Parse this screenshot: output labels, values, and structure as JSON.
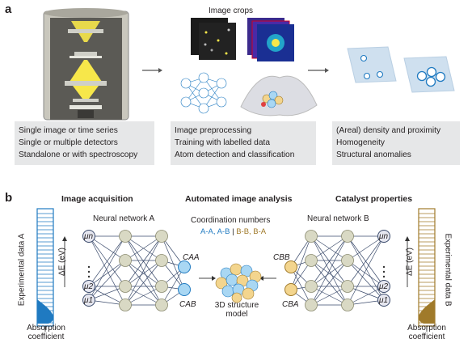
{
  "panel_a": {
    "letter": "a",
    "image_crops_label": "Image crops",
    "box1": [
      "Single image or time series",
      "Single or multiple detectors",
      "Standalone or with spectroscopy"
    ],
    "box2": [
      "Image preprocessing",
      "Training with labelled data",
      "Atom detection and classification"
    ],
    "box3": [
      "(Areal) density and proximity",
      "Homogeneity",
      "Structural anomalies"
    ]
  },
  "panel_b": {
    "letter": "b",
    "heading_left": "Image acquisition",
    "heading_center": "Automated image analysis",
    "heading_right": "Catalyst properties",
    "nn_a": "Neural network A",
    "nn_b": "Neural network B",
    "coord_title": "Coordination numbers",
    "coord_aa_ab": "A-A, A-B",
    "coord_sep": "|",
    "coord_bb_ba": "B-B, B-A",
    "exp_a": "Experimental data A",
    "exp_b": "Experimental data B",
    "delta_e": "ΔE (eV)",
    "absorption": [
      "Absorption",
      "coefficient"
    ],
    "structure_model": [
      "3D structure",
      "model"
    ],
    "mu_n": "μn",
    "mu_2": "μ2",
    "mu_1": "μ1",
    "c_aa": "CAA",
    "c_ab": "CAB",
    "c_bb": "CBB",
    "c_ba": "CBA"
  },
  "colors": {
    "blue": "#1f7ac1",
    "light_blue": "#a9d7f3",
    "tan": "#a07a2a",
    "light_tan": "#f3d58e",
    "gray_box": "#e6e7e8",
    "gray_node": "#d9d9c4",
    "yellow": "#f7e74a"
  }
}
